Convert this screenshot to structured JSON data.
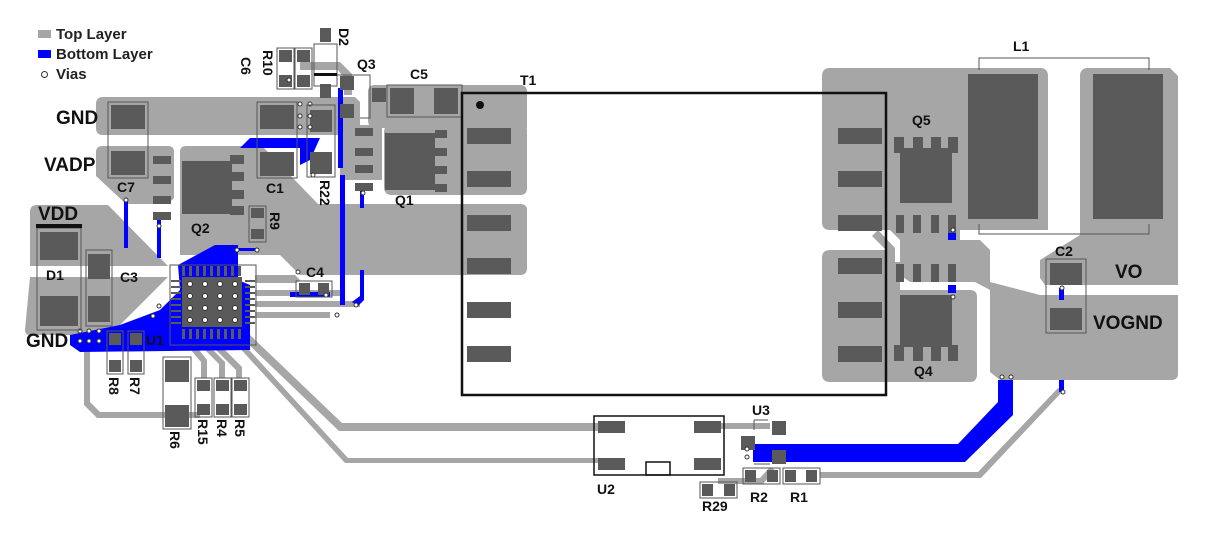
{
  "legend": {
    "top_layer": "Top Layer",
    "bottom_layer": "Bottom Layer",
    "vias": "Vias"
  },
  "colors": {
    "top_copper": "#a6a6a6",
    "pad": "#5a5a5a",
    "bottom_copper": "#0000ff",
    "outline": "#111111",
    "background": "#ffffff"
  },
  "nets": {
    "gnd_top": "GND",
    "vadp": "VADP",
    "vdd": "VDD",
    "gnd_bottom": "GND",
    "vo": "VO",
    "vognd": "VOGND"
  },
  "components": {
    "D2": "D2",
    "R10": "R10",
    "C6": "C6",
    "Q3": "Q3",
    "C5": "C5",
    "T1": "T1",
    "C7": "C7",
    "C1": "C1",
    "R22": "R22",
    "Q1": "Q1",
    "Q2": "Q2",
    "R9": "R9",
    "C4": "C4",
    "D1": "D1",
    "C3": "C3",
    "U1": "U1",
    "R8": "R8",
    "R7": "R7",
    "R6": "R6",
    "R15": "R15",
    "R4": "R4",
    "R5": "R5",
    "L1": "L1",
    "Q5": "Q5",
    "C2": "C2",
    "Q4": "Q4",
    "U2": "U2",
    "U3": "U3",
    "R29": "R29",
    "R2": "R2",
    "R1": "R1"
  }
}
